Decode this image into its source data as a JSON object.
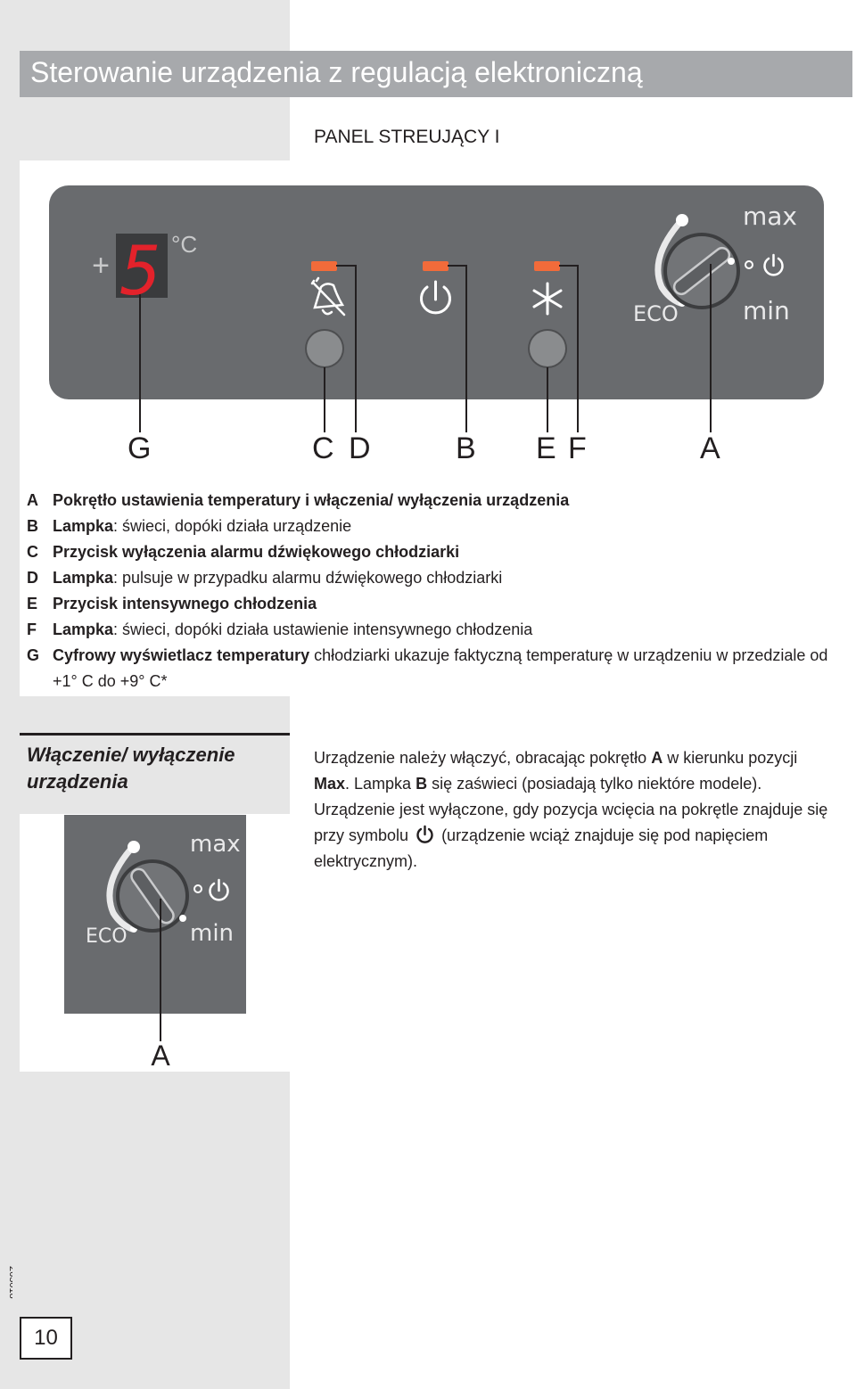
{
  "title": "Sterowanie urządzenia z regulacją elektroniczną",
  "panel_heading": "PANEL STREUJĄCY I",
  "panel": {
    "display_digit": "5",
    "display_plus": "+",
    "display_unit": "°C",
    "knob_max": "max",
    "knob_min": "min",
    "knob_eco": "ECO",
    "callouts": [
      "G",
      "C",
      "D",
      "B",
      "E",
      "F",
      "A"
    ]
  },
  "legend": [
    {
      "key": "A",
      "bold": "Pokrętło ustawienia temperatury i włączenia/ wyłączenia urządzenia",
      "text": ""
    },
    {
      "key": "B",
      "bold": "Lampka",
      "text": ": świeci, dopóki działa urządzenie"
    },
    {
      "key": "C",
      "bold": "Przycisk wyłączenia alarmu dźwiękowego chłodziarki",
      "text": ""
    },
    {
      "key": "D",
      "bold": "Lampka",
      "text": ": pulsuje w przypadku alarmu dźwiękowego chłodziarki"
    },
    {
      "key": "E",
      "bold": "Przycisk intensywnego chłodzenia",
      "text": ""
    },
    {
      "key": "F",
      "bold": "Lampka",
      "text": ": świeci, dopóki działa ustawienie intensywnego chłodzenia"
    },
    {
      "key": "G",
      "bold": "Cyfrowy wyświetlacz temperatury",
      "text": " chłodziarki ukazuje faktyczną temperaturę w urządzeniu w przedziale od +1° C do +9° C*"
    }
  ],
  "section": {
    "heading": "Włączenie/ wyłączenie urządzenia",
    "t1": "Urządzenie należy włączyć, obracając pokrętło ",
    "b1": "A",
    "t2": " w kierunku pozycji ",
    "b2": "Max",
    "t3": ". Lampka ",
    "b3": "B",
    "t4": " się zaświeci (posiadają tylko niektóre modele). Urządzenie jest wyłączone, gdy pozycja wcięcia na pokrętle znajduje się przy symbolu",
    "t5": "(urządzenie wciąż znajduje się pod napięciem elektrycznym).",
    "knob_max": "max",
    "knob_min": "min",
    "knob_eco": "ECO",
    "callout": "A"
  },
  "doc_code": "263018",
  "page_number": "10",
  "colors": {
    "panel_gray": "#696b6e",
    "display_red": "#e3222b",
    "indicator_orange": "#f26b3a",
    "title_bar": "#a7a9ac",
    "sidebar": "#e6e6e6"
  }
}
